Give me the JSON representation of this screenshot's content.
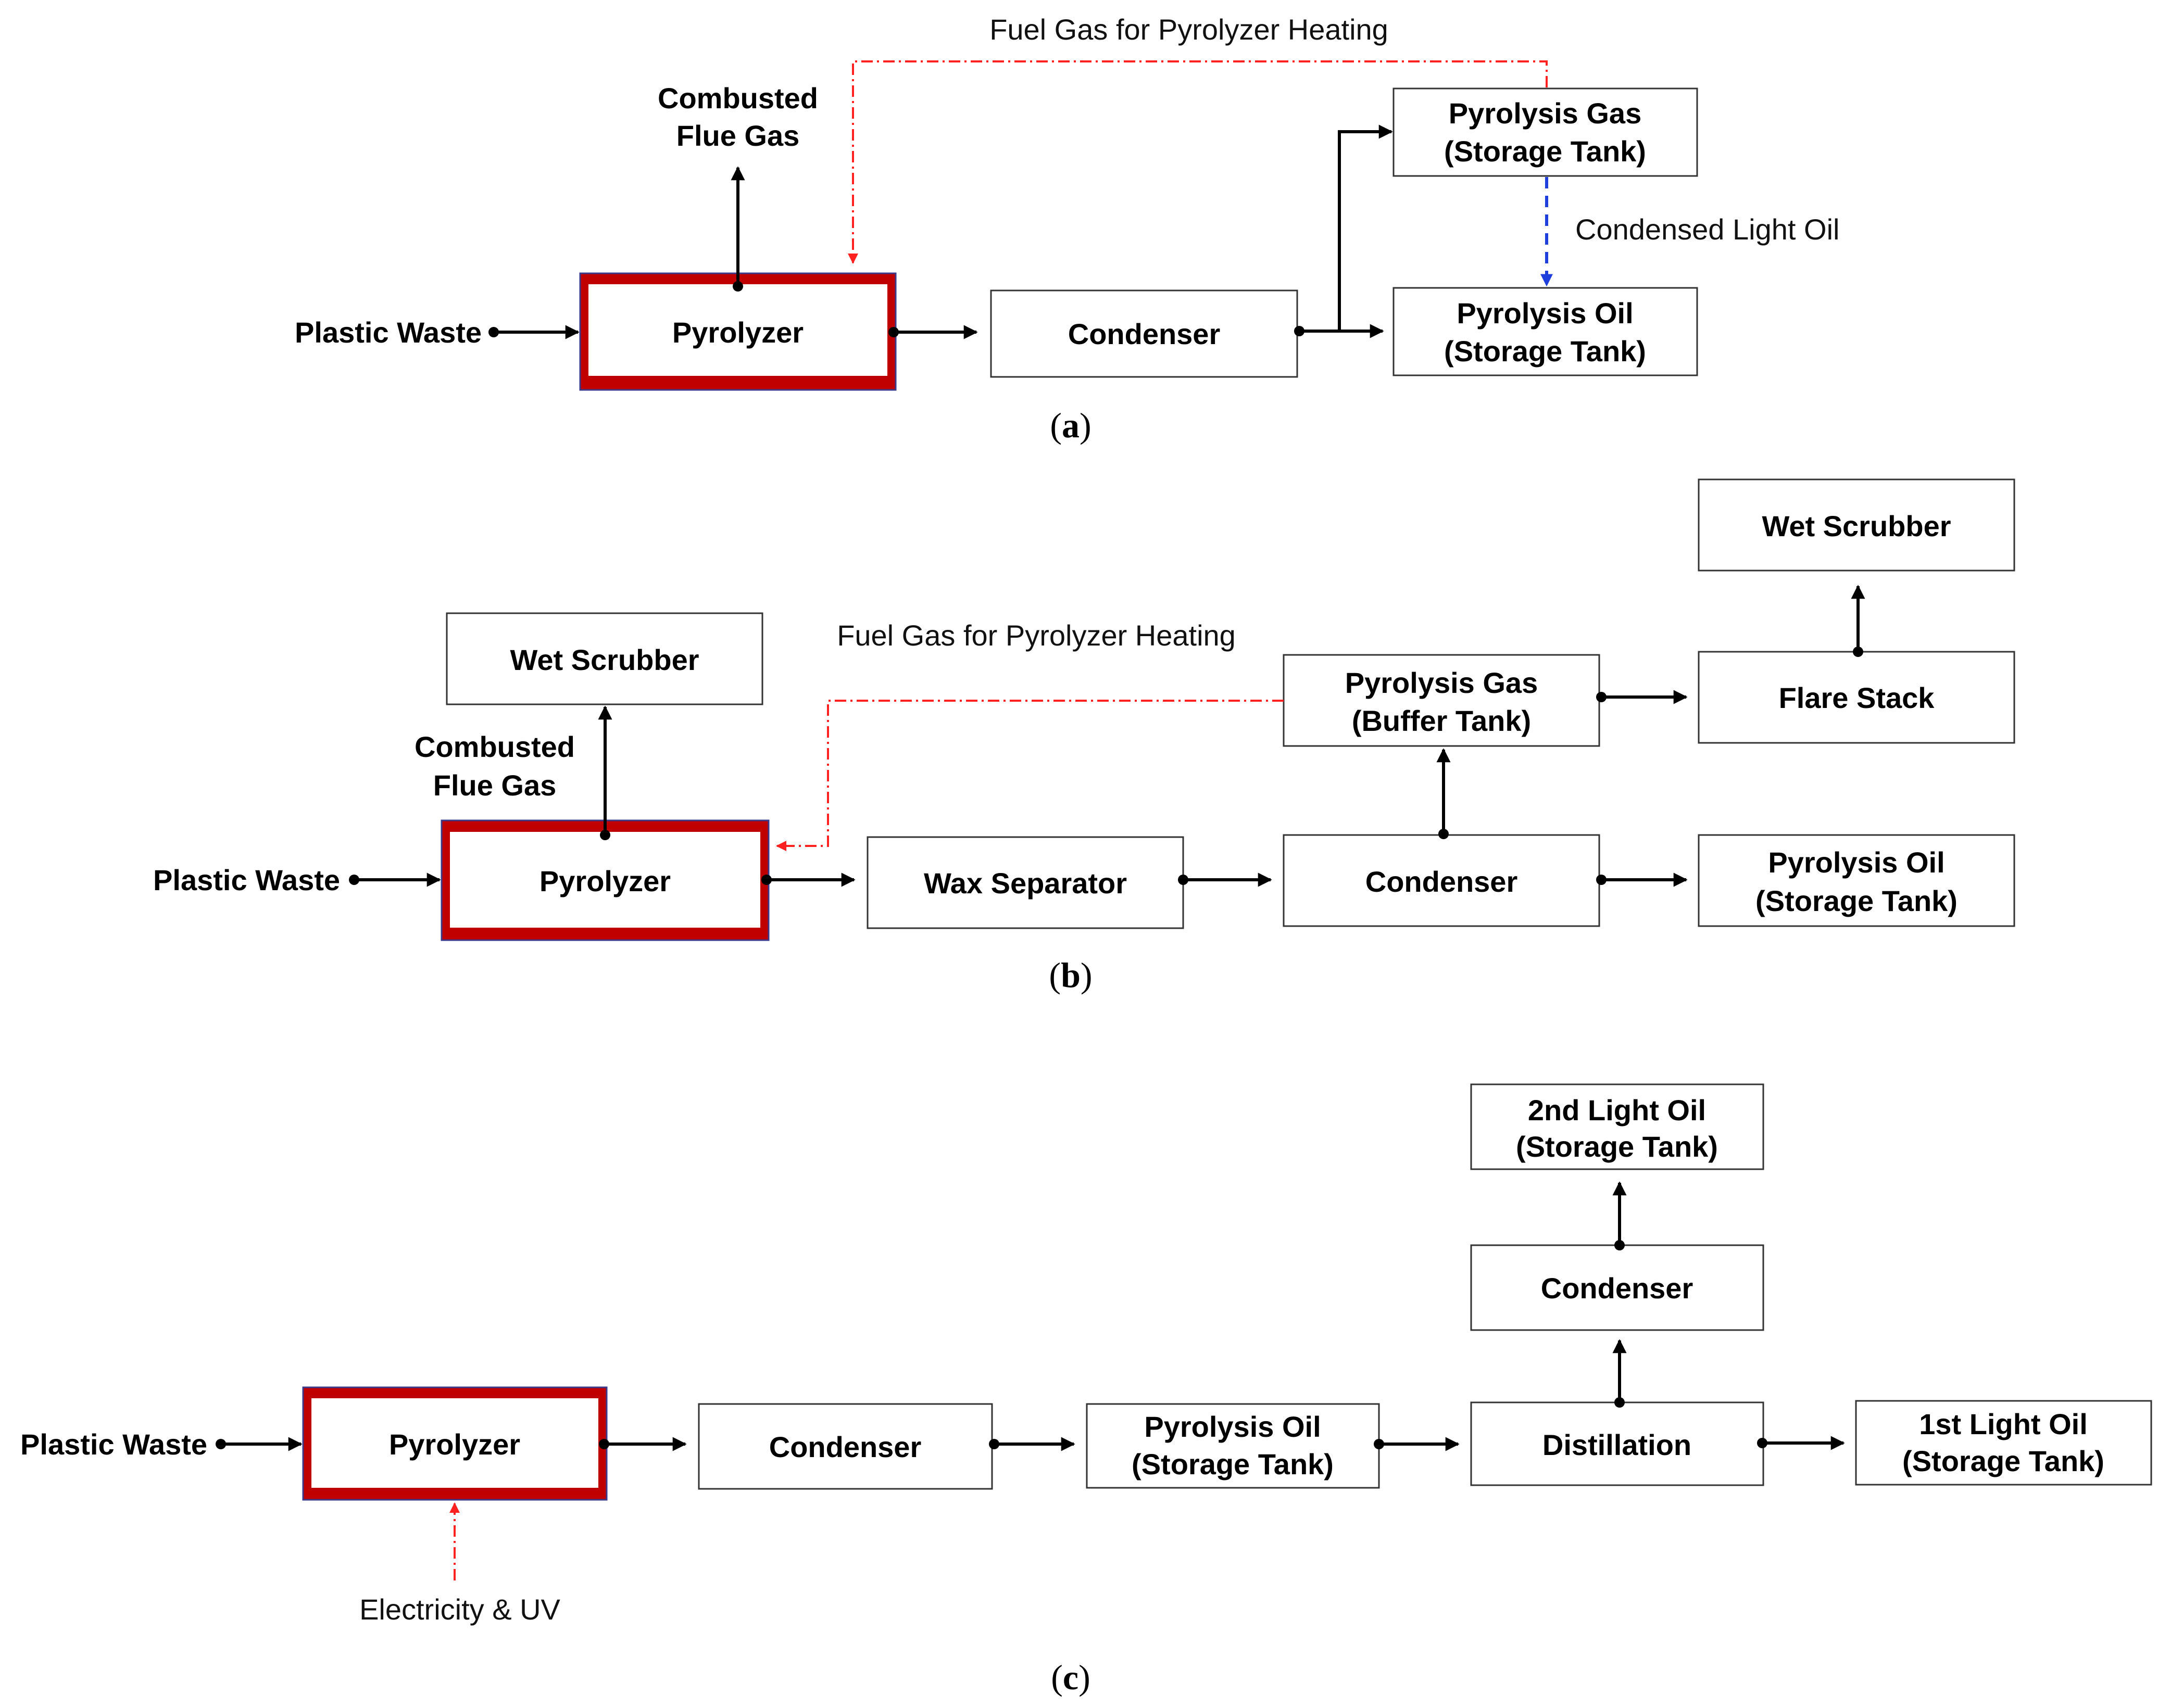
{
  "panel_a": {
    "caption": "a",
    "plastic_waste": "Plastic Waste",
    "pyrolyzer": "Pyrolyzer",
    "flue_gas_line1": "Combusted",
    "flue_gas_line2": "Flue Gas",
    "condenser": "Condenser",
    "gas_tank_line1": "Pyrolysis Gas",
    "gas_tank_line2": "(Storage Tank)",
    "oil_tank_line1": "Pyrolysis Oil",
    "oil_tank_line2": "(Storage Tank)",
    "fuel_gas": "Fuel Gas for Pyrolyzer Heating",
    "condensed_light_oil": "Condensed Light Oil"
  },
  "panel_b": {
    "caption": "b",
    "plastic_waste": "Plastic Waste",
    "pyrolyzer": "Pyrolyzer",
    "flue_gas_line1": "Combusted",
    "flue_gas_line2": "Flue Gas",
    "wet_scrubber_left": "Wet Scrubber",
    "wax_separator": "Wax Separator",
    "condenser": "Condenser",
    "buffer_tank_line1": "Pyrolysis Gas",
    "buffer_tank_line2": "(Buffer Tank)",
    "flare_stack": "Flare Stack",
    "wet_scrubber_right": "Wet Scrubber",
    "oil_tank_line1": "Pyrolysis Oil",
    "oil_tank_line2": "(Storage Tank)",
    "fuel_gas": "Fuel Gas for Pyrolyzer Heating"
  },
  "panel_c": {
    "caption": "c",
    "plastic_waste": "Plastic Waste",
    "pyrolyzer": "Pyrolyzer",
    "electricity": "Electricity & UV",
    "condenser": "Condenser",
    "oil_tank_line1": "Pyrolysis Oil",
    "oil_tank_line2": "(Storage Tank)",
    "distillation": "Distillation",
    "condenser_2": "Condenser",
    "light_oil_2_line1": "2nd Light Oil",
    "light_oil_2_line2": "(Storage Tank)",
    "light_oil_1_line1": "1st Light Oil",
    "light_oil_1_line2": "(Storage Tank)"
  },
  "colors": {
    "pyrolyzer_fill": "#c00000",
    "fuel_gas_line": "#ff2020",
    "condensed_oil_line": "#1f3fdc"
  }
}
